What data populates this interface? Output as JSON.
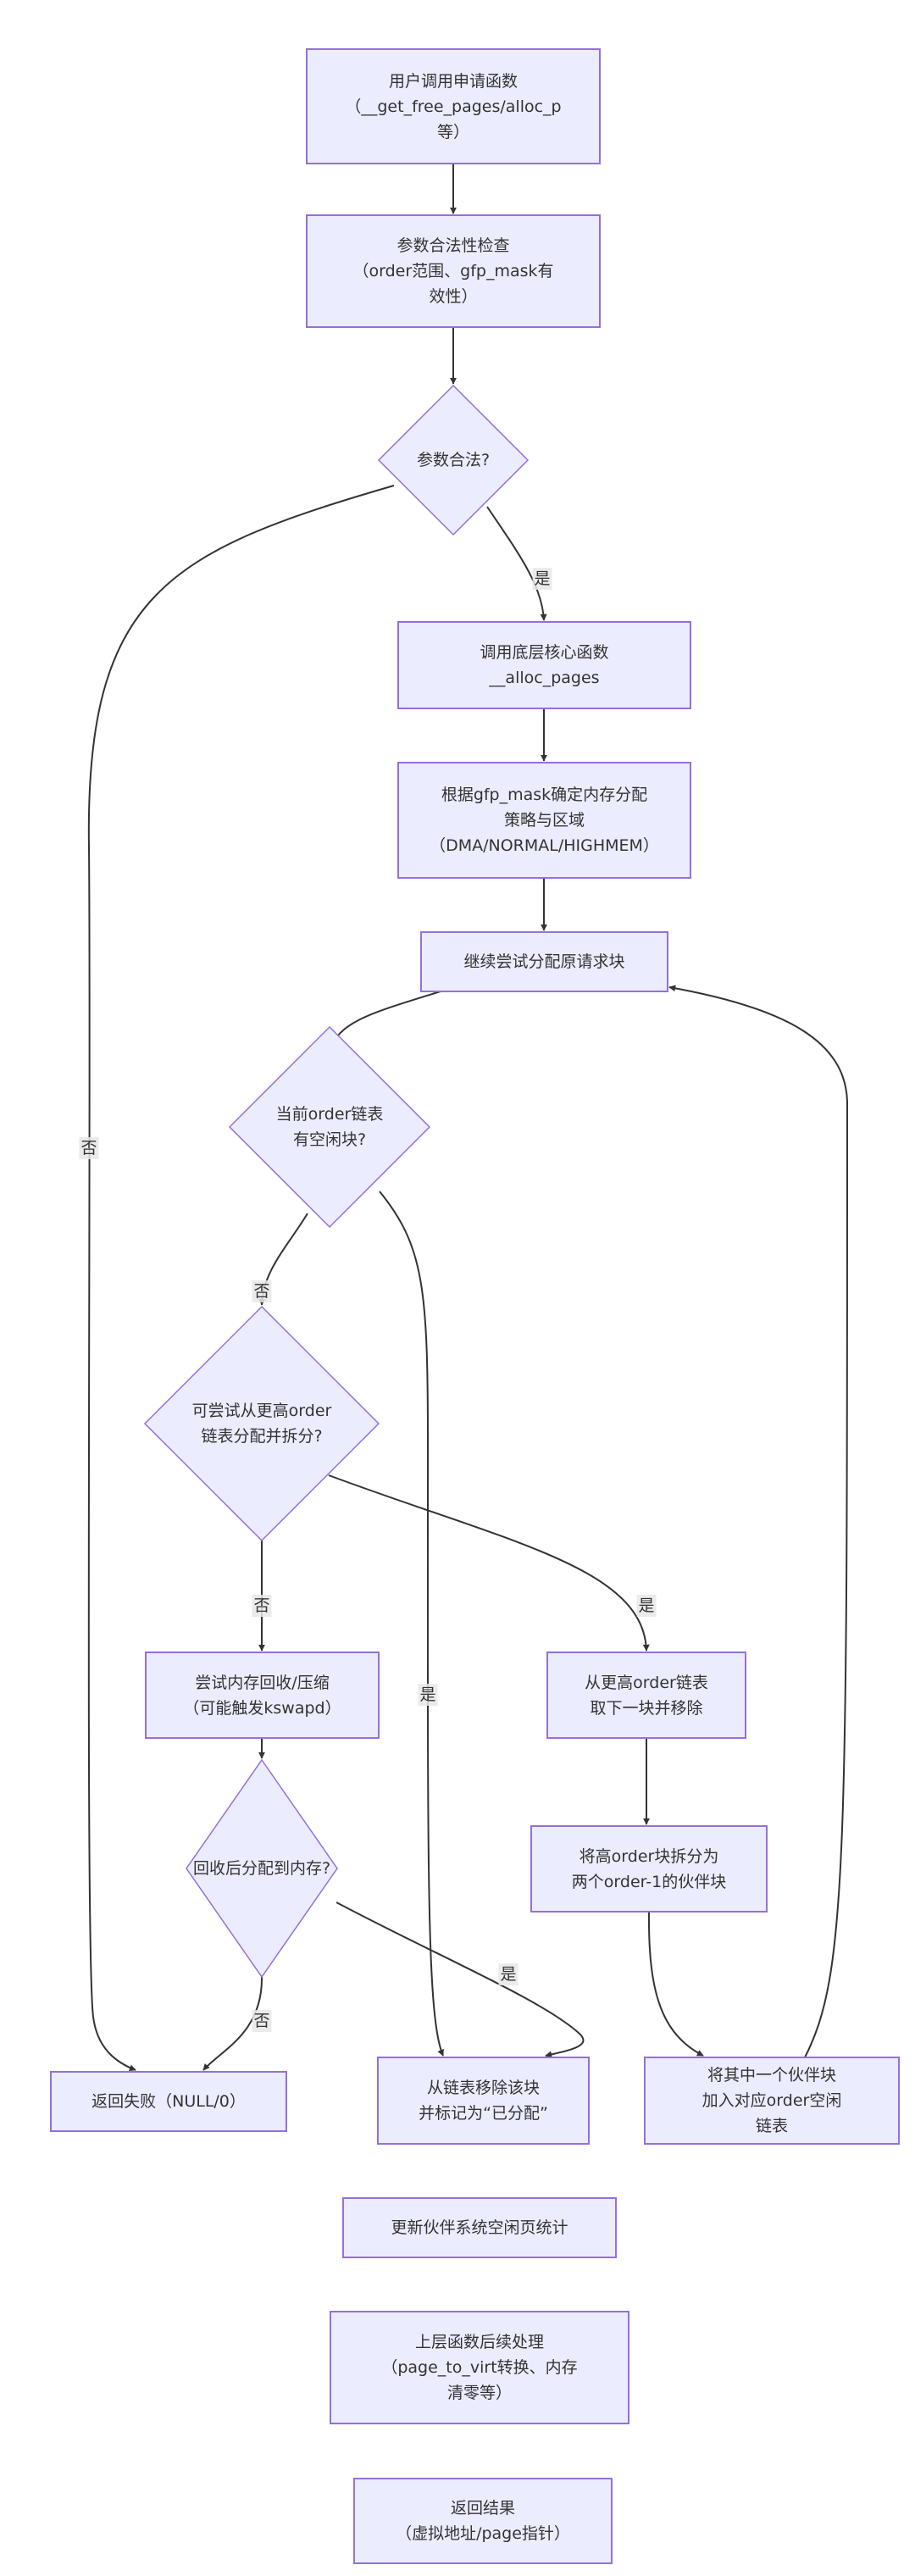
{
  "title": "伙伴系统页面分配流程",
  "colors": {
    "node_fill": "#ececff",
    "node_stroke": "#9370db",
    "edge": "#333333",
    "edge_label_bg": "#e8e8e8"
  },
  "nodes": {
    "user_call": {
      "type": "process",
      "text": "用户调用申请函数\n（__get_free_pages/alloc_p\n等）"
    },
    "param_check": {
      "type": "process",
      "text": "参数合法性检查\n（order范围、gfp_mask有\n效性）"
    },
    "param_valid": {
      "type": "decision",
      "text": "参数合法?"
    },
    "call_core": {
      "type": "process",
      "text": "调用底层核心函数\n__alloc_pages"
    },
    "zone_select": {
      "type": "process",
      "text": "根据gfp_mask确定内存分配\n策略与区域\n（DMA/NORMAL/HIGHMEM）"
    },
    "retry_alloc": {
      "type": "process",
      "text": "继续尝试分配原请求块"
    },
    "has_free": {
      "type": "decision",
      "text": "当前order链表\n有空闲块?"
    },
    "try_higher": {
      "type": "decision",
      "text": "可尝试从更高order\n链表分配并拆分?"
    },
    "reclaim": {
      "type": "process",
      "text": "尝试内存回收/压缩\n（可能触发kswapd）"
    },
    "take_higher": {
      "type": "process",
      "text": "从更高order链表\n取下一块并移除"
    },
    "reclaim_ok": {
      "type": "decision",
      "text": "回收后分配到内存?"
    },
    "split": {
      "type": "process",
      "text": "将高order块拆分为\n两个order-1的伙伴块"
    },
    "fail": {
      "type": "terminal",
      "text": "返回失败（NULL/0）"
    },
    "remove_mark": {
      "type": "process",
      "text": "从链表移除该块\n并标记为“已分配”"
    },
    "add_buddy": {
      "type": "process",
      "text": "将其中一个伙伴块\n加入对应order空闲链表"
    },
    "update_stats": {
      "type": "process",
      "text": "更新伙伴系统空闲页统计"
    },
    "post_process": {
      "type": "process",
      "text": "上层函数后续处理\n（page_to_virt转换、内存\n清零等）"
    },
    "return_result": {
      "type": "terminal",
      "text": "返回结果\n（虚拟地址/page指针）"
    }
  },
  "edges": [
    {
      "from": "user_call",
      "to": "param_check",
      "label": ""
    },
    {
      "from": "param_check",
      "to": "param_valid",
      "label": ""
    },
    {
      "from": "param_valid",
      "to": "call_core",
      "label": "是"
    },
    {
      "from": "param_valid",
      "to": "fail",
      "label": "否"
    },
    {
      "from": "call_core",
      "to": "zone_select",
      "label": ""
    },
    {
      "from": "zone_select",
      "to": "retry_alloc",
      "label": ""
    },
    {
      "from": "retry_alloc",
      "to": "has_free",
      "label": ""
    },
    {
      "from": "has_free",
      "to": "try_higher",
      "label": "否"
    },
    {
      "from": "has_free",
      "to": "remove_mark",
      "label": "是"
    },
    {
      "from": "try_higher",
      "to": "reclaim",
      "label": "否"
    },
    {
      "from": "try_higher",
      "to": "take_higher",
      "label": "是"
    },
    {
      "from": "reclaim",
      "to": "reclaim_ok",
      "label": ""
    },
    {
      "from": "reclaim_ok",
      "to": "fail",
      "label": "否"
    },
    {
      "from": "reclaim_ok",
      "to": "remove_mark",
      "label": "是"
    },
    {
      "from": "take_higher",
      "to": "split",
      "label": ""
    },
    {
      "from": "split",
      "to": "add_buddy",
      "label": ""
    },
    {
      "from": "add_buddy",
      "to": "retry_alloc",
      "label": ""
    },
    {
      "from": "remove_mark",
      "to": "update_stats",
      "label": ""
    },
    {
      "from": "update_stats",
      "to": "post_process",
      "label": ""
    },
    {
      "from": "post_process",
      "to": "return_result",
      "label": ""
    }
  ]
}
